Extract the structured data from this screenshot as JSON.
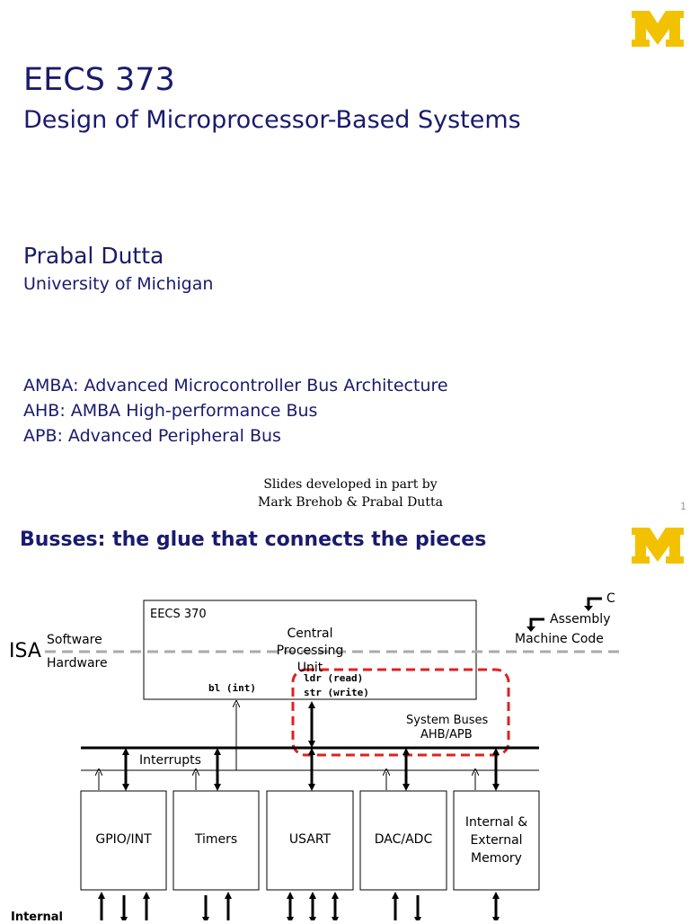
{
  "slide1": {
    "course": "EECS 373",
    "subtitle": "Design of Microprocessor-Based Systems",
    "author": "Prabal Dutta",
    "affiliation": "University of Michigan",
    "acronyms": [
      "AMBA: Advanced Microcontroller Bus Architecture",
      "AHB: AMBA High-performance Bus",
      "APB: Advanced Peripheral Bus"
    ],
    "credits_line1": "Slides developed in part by",
    "credits_line2": "Mark Brehob & Prabal Dutta",
    "page_number": "1"
  },
  "slide2": {
    "title": "Busses: the glue that connects the pieces",
    "diagram": {
      "cpu_box_label": "EECS 370",
      "cpu_label": [
        "Central",
        "Processing",
        "Unit"
      ],
      "isa_label": "ISA",
      "software_label": "Software",
      "hardware_label": "Hardware",
      "c_label": "C",
      "assembly_label": "Assembly",
      "machine_code_label": "Machine Code",
      "bl_label": "bl (int)",
      "ldr_label": "ldr (read)",
      "str_label": "str (write)",
      "system_buses_label": "System Buses",
      "ahb_apb_label": "AHB/APB",
      "interrupts_label": "Interrupts",
      "peripherals": [
        "GPIO/INT",
        "Timers",
        "USART",
        "DAC/ADC"
      ],
      "memory_label": [
        "Internal &",
        "External",
        "Memory"
      ],
      "bottom_label": "Internal"
    }
  },
  "colors": {
    "navy": "#1a1a6e",
    "maize": "#f2c200",
    "highlight_red": "#e02020",
    "isa_dash": "#aaaaaa"
  }
}
